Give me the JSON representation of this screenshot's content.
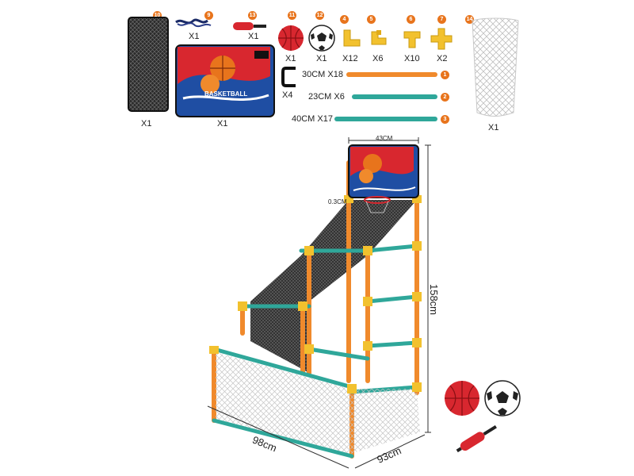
{
  "colors": {
    "badge_orange": "#e8741c",
    "frame_orange": "#f08a2c",
    "frame_teal": "#2fa79a",
    "frame_yellow": "#f2c12e",
    "board_blue": "#1f4ea3",
    "board_red": "#d8272f"
  },
  "parts": [
    {
      "num": "10",
      "qty": "X1",
      "icon": "mesh-bag-icon"
    },
    {
      "num": "9",
      "qty": "X1",
      "icon": "rope-icon"
    },
    {
      "num": "13",
      "qty": "X1",
      "icon": "pump-icon"
    },
    {
      "num": "11",
      "qty": "X1",
      "icon": "basketball-icon"
    },
    {
      "num": "12",
      "qty": "X1",
      "icon": "soccer-ball-icon"
    },
    {
      "num": "4",
      "qty": "X12",
      "icon": "elbow-connector-icon"
    },
    {
      "num": "5",
      "qty": "X6",
      "icon": "three-way-connector-icon"
    },
    {
      "num": "6",
      "qty": "X10",
      "icon": "tee-connector-icon"
    },
    {
      "num": "7",
      "qty": "X2",
      "icon": "cross-connector-icon"
    },
    {
      "num": "14",
      "qty": "X1",
      "icon": "white-net-icon"
    }
  ],
  "backboard": {
    "qty": "X1",
    "clip_qty": "X4",
    "board_text": "BASKETBALL"
  },
  "tubes": [
    {
      "num": "1",
      "label": "30CM X18"
    },
    {
      "num": "2",
      "label": "23CM X6"
    },
    {
      "num": "3",
      "label": "40CM X17"
    }
  ],
  "dimensions": {
    "board_width": "43CM",
    "rim_gap": "0.3CM",
    "height": "158cm",
    "length": "98cm",
    "depth": "93cm"
  }
}
